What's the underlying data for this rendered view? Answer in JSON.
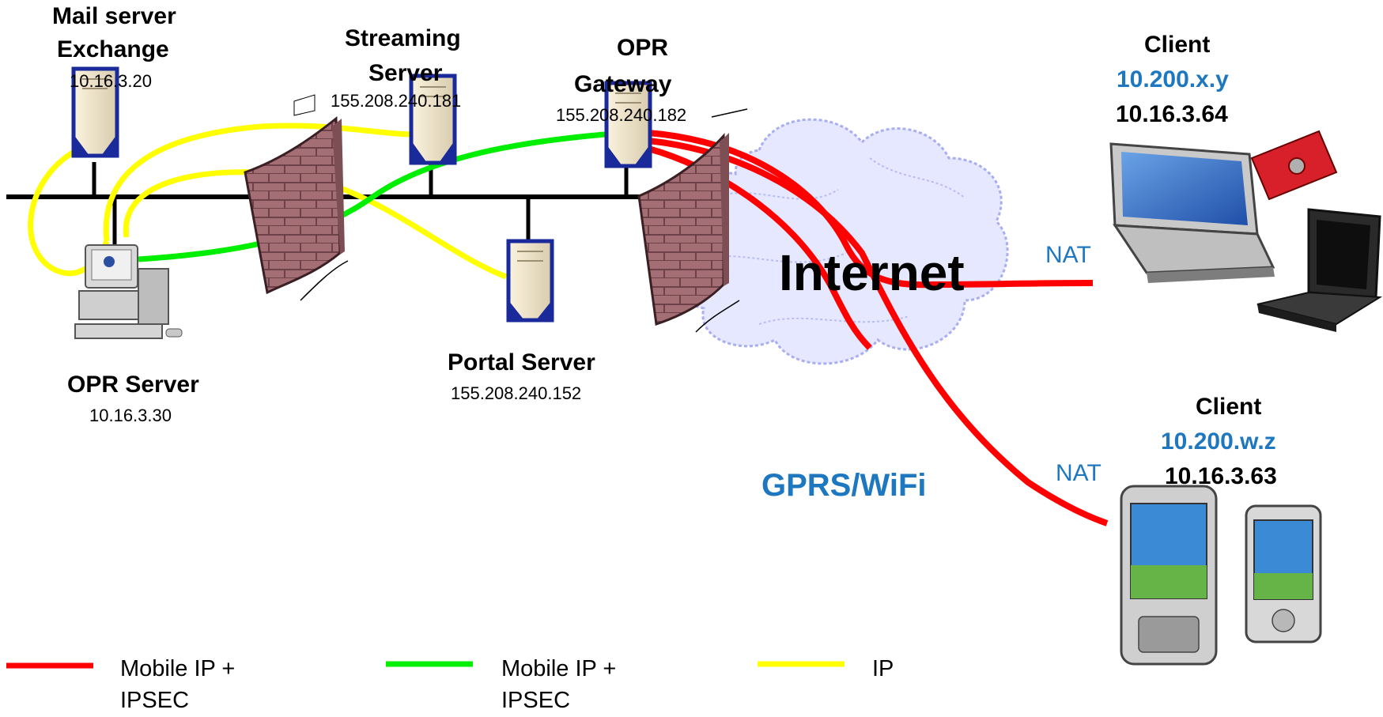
{
  "colors": {
    "mobile_ipsec_red": "#ff0000",
    "mobile_ipsec_green": "#00ee00",
    "ip_yellow": "#ffff00",
    "accent_blue": "#1e78c0",
    "firewall": "#a9737a",
    "cloud": "#e6e8ff"
  },
  "nodes": {
    "mail_server": {
      "title_line1": "Mail server",
      "title_line2": "Exchange",
      "ip": "10.16.3.20",
      "icon": "server-tower-icon"
    },
    "streaming_server": {
      "title_line1": "Streaming",
      "title_line2": "Server",
      "ip": "155.208.240.181",
      "icon": "server-tower-icon"
    },
    "opr_gateway": {
      "title_line1": "OPR",
      "title_line2": "Gateway",
      "ip": "155.208.240.182",
      "icon": "server-tower-icon"
    },
    "portal_server": {
      "title": "Portal Server",
      "ip": "155.208.240.152",
      "icon": "server-tower-icon"
    },
    "opr_server": {
      "title": "OPR Server",
      "ip": "10.16.3.30",
      "icon": "desktop-computer-icon"
    },
    "internet": {
      "label": "Internet",
      "icon": "cloud-icon"
    },
    "client_laptop": {
      "title": "Client",
      "mobile_ip": "10.200.x.y",
      "home_ip": "10.16.3.64",
      "nat": "NAT",
      "icon": "laptop-icon"
    },
    "client_pda": {
      "title": "Client",
      "mobile_ip": "10.200.w.z",
      "home_ip": "10.16.3.63",
      "nat": "NAT",
      "icon": "pda-icon"
    },
    "access_label": "GPRS/WiFi"
  },
  "legend": [
    {
      "color": "#ff0000",
      "line1": "Mobile IP +",
      "line2": "IPSEC"
    },
    {
      "color": "#00ee00",
      "line1": "Mobile IP +",
      "line2": "IPSEC"
    },
    {
      "color": "#ffff00",
      "line1": "IP",
      "line2": ""
    }
  ]
}
